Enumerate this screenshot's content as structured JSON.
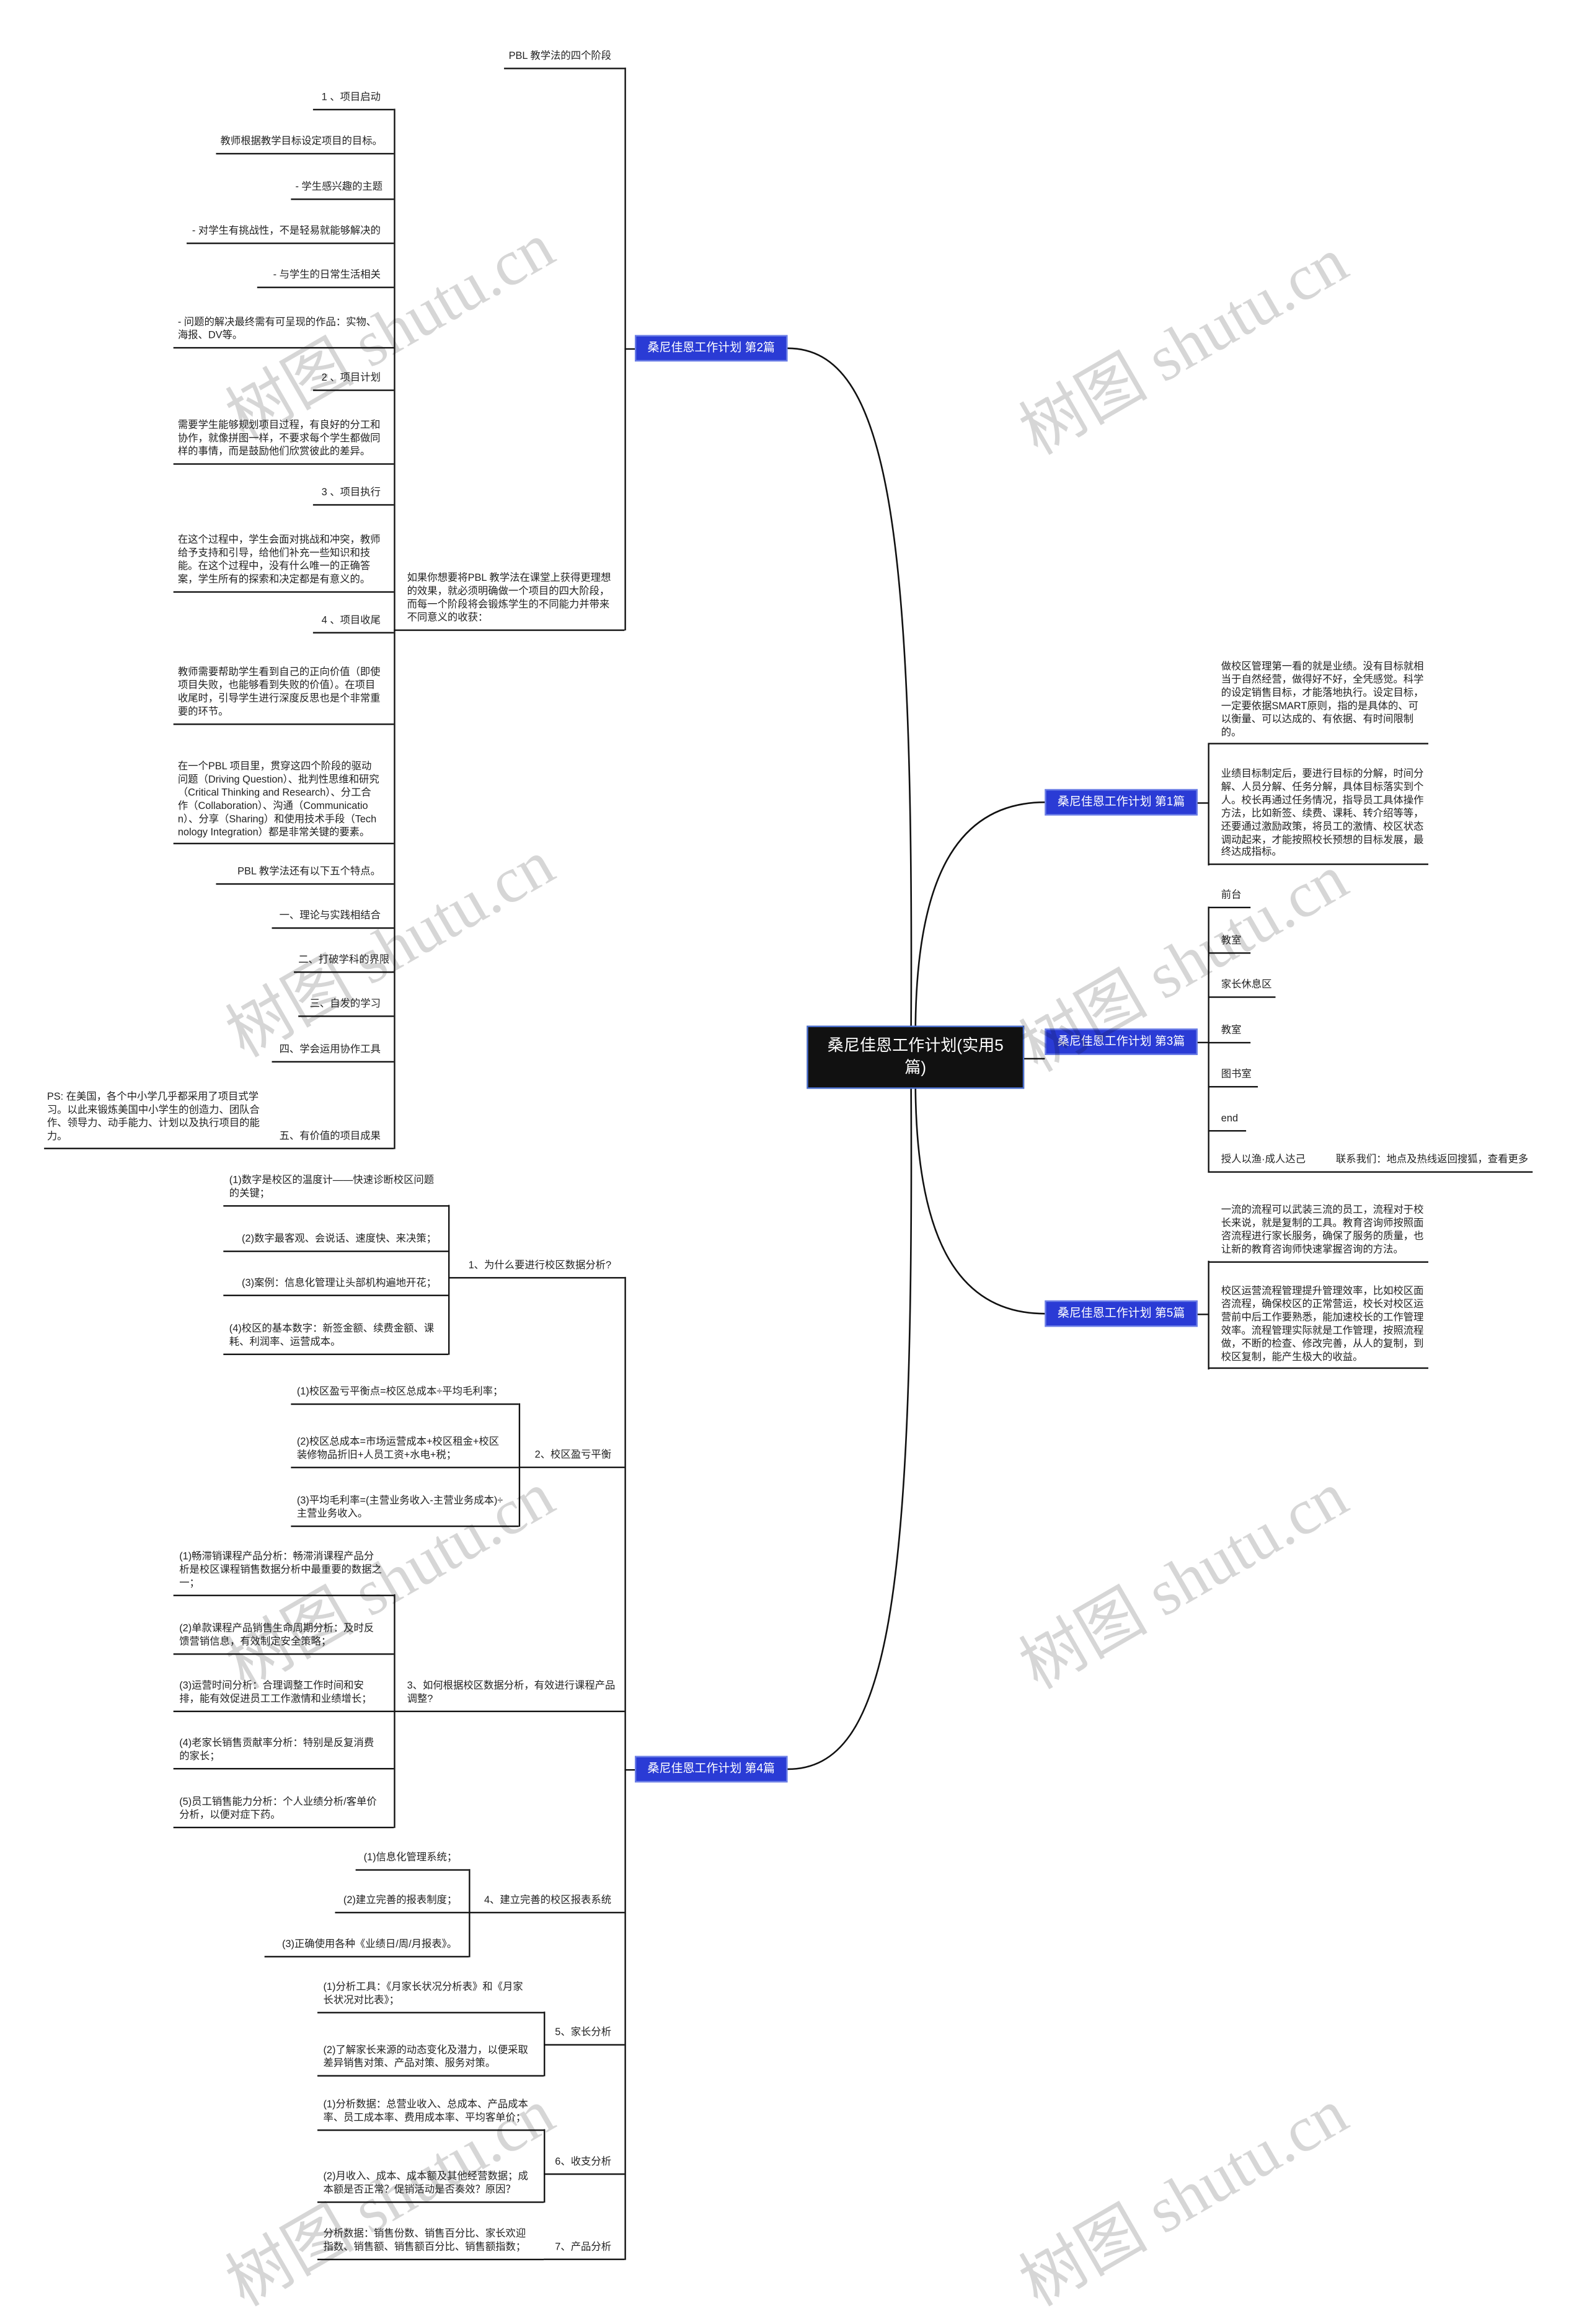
{
  "root": "桑尼佳恩工作计划(实用5篇)",
  "watermark": "树图 shutu.cn",
  "p1": {
    "label": "桑尼佳恩工作计划 第1篇",
    "items": [
      "做校区管理第一看的就是业绩。没有目标就相当于自然经营，做得好不好，全凭感觉。科学的设定销售目标，才能落地执行。设定目标，一定要依据SMART原则，指的是具体的、可以衡量、可以达成的、有依据、有时间限制的。",
      "业绩目标制定后，要进行目标的分解，时间分解、人员分解、任务分解，具体目标落实到个人。校长再通过任务情况，指导员工具体操作方法，比如新签、续费、课耗、转介绍等等，还要通过激励政策，将员工的激情、校区状态调动起来，才能按照校长预想的目标发展，最终达成指标。"
    ]
  },
  "p2": {
    "label": "桑尼佳恩工作计划 第2篇",
    "heading": "PBL 教学法的四个阶段",
    "intro": "如果你想要将PBL 教学法在课堂上获得更理想的效果，就必须明确做一个项目的四大阶段，而每一个阶段将会锻炼学生的不同能力并带来不同意义的收获：",
    "items": [
      "1 、项目启动",
      "教师根据教学目标设定项目的目标。",
      "- 学生感兴趣的主题",
      "- 对学生有挑战性，不是轻易就能够解决的",
      "- 与学生的日常生活相关",
      "- 问题的解决最终需有可呈现的作品：实物、海报、DV等。",
      "2 、项目计划",
      "需要学生能够规划项目过程，有良好的分工和协作，就像拼图一样，不要求每个学生都做同样的事情，而是鼓励他们欣赏彼此的差异。",
      "3 、项目执行",
      "在这个过程中，学生会面对挑战和冲突，教师给予支持和引导，给他们补充一些知识和技能。在这个过程中，没有什么唯一的正确答案，学生所有的探索和决定都是有意义的。",
      "4 、项目收尾",
      "教师需要帮助学生看到自己的正向价值（即使项目失败，也能够看到失败的价值）。在项目收尾时，引导学生进行深度反思也是个非常重要的环节。",
      "在一个PBL 项目里，贯穿这四个阶段的驱动问题（Driving Question）、批判性思维和研究（Critical Thinking and Research）、分工合作（Collaboration）、沟通（Communication）、分享（Sharing）和使用技术手段（Technology Integration）都是非常关键的要素。",
      "PBL 教学法还有以下五个特点。",
      "一、理论与实践相结合",
      "二、打破学科的界限",
      "三、自发的学习",
      "四、学会运用协作工具",
      "PS: 在美国，各个中小学几乎都采用了项目式学习。以此来锻炼美国中小学生的创造力、团队合作、领导力、动手能力、计划以及执行项目的能力。",
      "五、有价值的项目成果"
    ]
  },
  "p3": {
    "label": "桑尼佳恩工作计划 第3篇",
    "items": [
      "前台",
      "教室",
      "家长休息区",
      "教室",
      "图书室",
      "end",
      "授人以渔·成人达己　　　联系我们：地点及热线返回搜狐，查看更多"
    ]
  },
  "p4": {
    "label": "桑尼佳恩工作计划 第4篇",
    "sections": [
      {
        "title": "1、为什么要进行校区数据分析?",
        "items": [
          "(1)数字是校区的温度计——快速诊断校区问题的关键；",
          "(2)数字最客观、会说话、速度快、来决策；",
          "(3)案例：信息化管理让头部机构遍地开花；",
          "(4)校区的基本数字：新签金额、续费金额、课耗、利润率、运营成本。"
        ]
      },
      {
        "title": "2、校区盈亏平衡",
        "items": [
          "(1)校区盈亏平衡点=校区总成本÷平均毛利率；",
          "(2)校区总成本=市场运营成本+校区租金+校区装修物品折旧+人员工资+水电+税；",
          "(3)平均毛利率=(主营业务收入-主营业务成本)÷主营业务收入。"
        ]
      },
      {
        "title": "3、如何根据校区数据分析，有效进行课程产品调整?",
        "items": [
          "(1)畅滞销课程产品分析：畅滞消课程产品分析是校区课程销售数据分析中最重要的数据之一；",
          "(2)单款课程产品销售生命周期分析：及时反馈营销信息，有效制定安全策略；",
          "(3)运营时间分析：合理调整工作时间和安排，能有效促进员工工作激情和业绩增长；",
          "(4)老家长销售贡献率分析：特别是反复消费的家长；",
          "(5)员工销售能力分析：个人业绩分析/客单价分析，以便对症下药。"
        ]
      },
      {
        "title": "4、建立完善的校区报表系统",
        "items": [
          "(1)信息化管理系统；",
          "(2)建立完善的报表制度；",
          "(3)正确使用各种《业绩日/周/月报表》。"
        ]
      },
      {
        "title": "5、家长分析",
        "items": [
          "(1)分析工具：《月家长状况分析表》和《月家长状况对比表》；",
          "(2)了解家长来源的动态变化及潜力，以便采取差异销售对策、产品对策、服务对策。"
        ]
      },
      {
        "title": "6、收支分析",
        "items": [
          "(1)分析数据：总营业收入、总成本、产品成本率、员工成本率、费用成本率、平均客单价；",
          "(2)月收入、成本、成本额及其他经营数据；成本额是否正常？促销活动是否奏效？原因？"
        ]
      },
      {
        "title": "7、产品分析",
        "items": [
          "分析数据：销售份数、销售百分比、家长欢迎指数、销售额、销售额百分比、销售额指数；"
        ]
      }
    ]
  },
  "p5": {
    "label": "桑尼佳恩工作计划 第5篇",
    "items": [
      "一流的流程可以武装三流的员工，流程对于校长来说，就是复制的工具。教育咨询师按照面咨流程进行家长服务，确保了服务的质量，也让新的教育咨询师快速掌握咨询的方法。",
      "校区运营流程管理提升管理效率，比如校区面咨流程，确保校区的正常营运，校长对校区运营前中后工作要熟悉，能加速校长的工作管理效率。流程管理实际就是工作管理，按照流程做，不断的检查、修改完善，从人的复制，到校区复制，能产生极大的收益。"
    ]
  }
}
